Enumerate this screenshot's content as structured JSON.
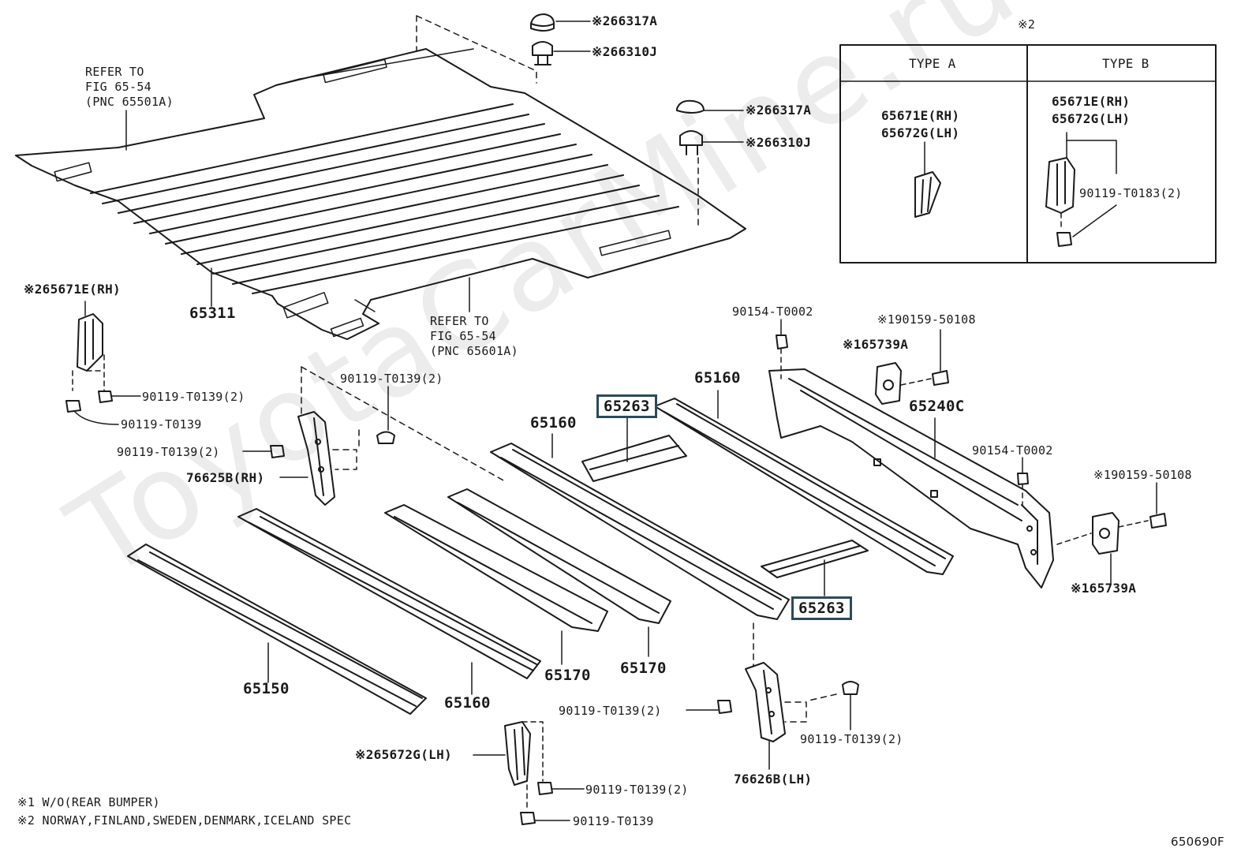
{
  "watermark": "ToyotaCarMine.ru",
  "figure_code": "650690F",
  "inset": {
    "marker": "※2",
    "col_a_header": "TYPE A",
    "col_b_header": "TYPE B",
    "a_part_rh": "65671E(RH)",
    "a_part_lh": "65672G(LH)",
    "b_part_rh": "65671E(RH)",
    "b_part_lh": "65672G(LH)",
    "b_bolt": "90119-T0183(2)"
  },
  "labels": {
    "l_66317a_1": "※266317A",
    "l_66310j_1": "※266310J",
    "l_66317a_2": "※266317A",
    "l_66310j_2": "※266310J",
    "refer_top_1": "REFER TO",
    "refer_top_2": "FIG 65-54",
    "refer_top_3": "(PNC 65501A)",
    "refer_bot_1": "REFER TO",
    "refer_bot_2": "FIG 65-54",
    "refer_bot_3": "(PNC 65601A)",
    "p65311": "65311",
    "p65671e_main": "※265671E(RH)",
    "b90119_a": "90119-T0139(2)",
    "b90119_b": "90119-T0139",
    "b90119_c": "90119-T0139(2)",
    "b90119_d": "90119-T0139(2)",
    "p76625b": "76625B(RH)",
    "p90154_top": "90154-T0002",
    "p90159_top": "※190159-50108",
    "p65739a_top": "※165739A",
    "p65160_top": "65160",
    "p65240c": "65240C",
    "p90154_right": "90154-T0002",
    "p90159_right": "※190159-50108",
    "p65739a_right": "※165739A",
    "p65263_top": "65263",
    "p65263_bot": "65263",
    "p65160_mid": "65160",
    "p65150": "65150",
    "p65160_bot": "65160",
    "p65170_a": "65170",
    "p65170_b": "65170",
    "b90119_e": "90119-T0139(2)",
    "b90119_f": "90119-T0139(2)",
    "p76626b": "76626B(LH)",
    "p65672g_main": "※265672G(LH)",
    "b90119_g": "90119-T0139(2)",
    "b90119_h": "90119-T0139"
  },
  "notes": {
    "n1": "※1 W/O(REAR BUMPER)",
    "n2": "※2 NORWAY,FINLAND,SWEDEN,DENMARK,ICELAND SPEC"
  }
}
